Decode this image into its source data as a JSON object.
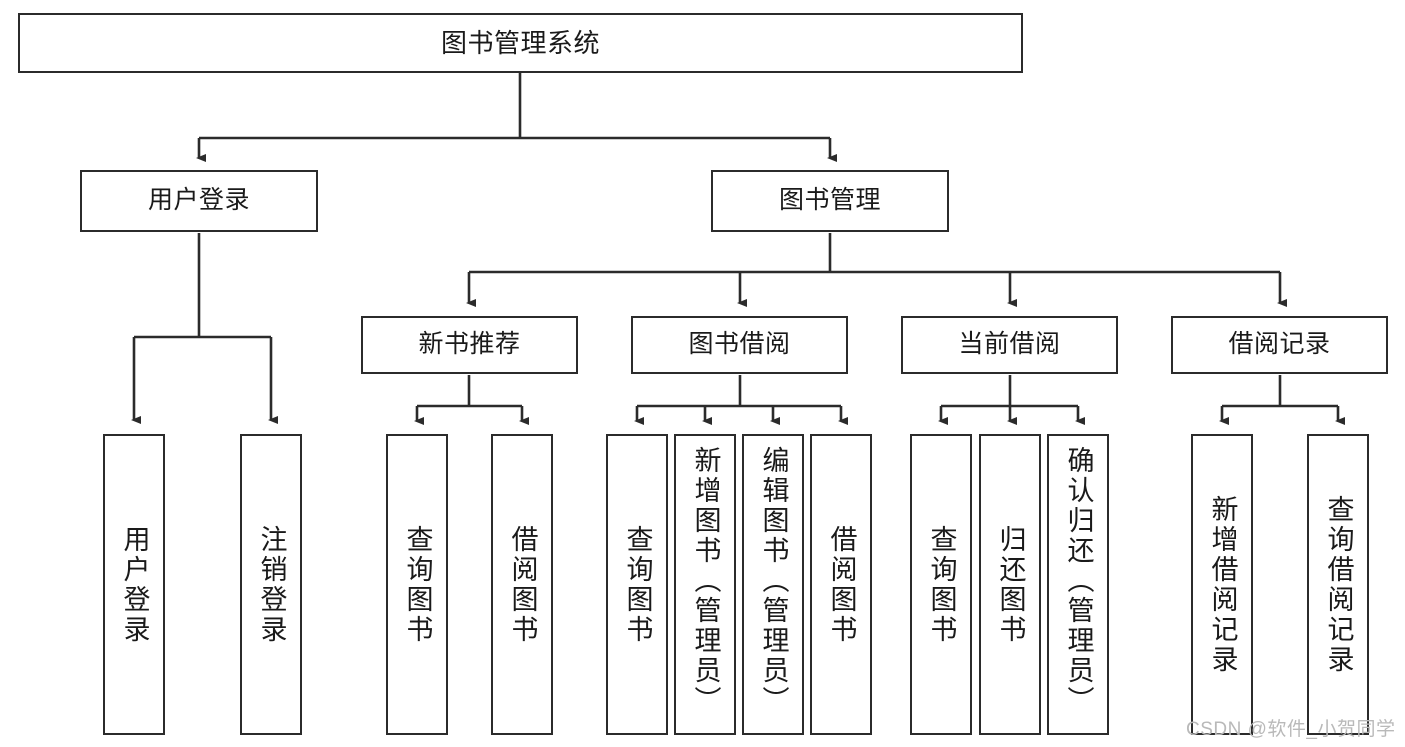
{
  "diagram": {
    "title": "图书管理系统",
    "type": "hierarchy-tree",
    "levels": 4,
    "colors": {
      "box_border": "#2b2b2b",
      "box_fill": "#ffffff",
      "connector": "#2b2b2b",
      "background": "#ffffff",
      "watermark": "#b9b9b9"
    },
    "root": {
      "id": "root",
      "label": "图书管理系统"
    },
    "level2": [
      {
        "id": "user-login",
        "label": "用户登录"
      },
      {
        "id": "book-management",
        "label": "图书管理"
      }
    ],
    "level3": [
      {
        "id": "new-book-recommend",
        "label": "新书推荐",
        "parent": "book-management"
      },
      {
        "id": "book-borrow",
        "label": "图书借阅",
        "parent": "book-management"
      },
      {
        "id": "current-borrow",
        "label": "当前借阅",
        "parent": "book-management"
      },
      {
        "id": "borrow-record",
        "label": "借阅记录",
        "parent": "book-management"
      }
    ],
    "leaves": {
      "user-login": [
        {
          "id": "leaf-user-login",
          "label": "用户登录"
        },
        {
          "id": "leaf-logout",
          "label": "注销登录"
        }
      ],
      "new-book-recommend": [
        {
          "id": "leaf-query-book-1",
          "label": "查询图书"
        },
        {
          "id": "leaf-borrow-book-1",
          "label": "借阅图书"
        }
      ],
      "book-borrow": [
        {
          "id": "leaf-query-book-2",
          "label": "查询图书"
        },
        {
          "id": "leaf-add-book",
          "label": "新增图书（管理员）"
        },
        {
          "id": "leaf-edit-book",
          "label": "编辑图书（管理员）"
        },
        {
          "id": "leaf-borrow-book-2",
          "label": "借阅图书"
        }
      ],
      "current-borrow": [
        {
          "id": "leaf-query-book-3",
          "label": "查询图书"
        },
        {
          "id": "leaf-return-book",
          "label": "归还图书"
        },
        {
          "id": "leaf-confirm-return",
          "label": "确认归还（管理员）"
        }
      ],
      "borrow-record": [
        {
          "id": "leaf-add-record",
          "label": "新增借阅记录"
        },
        {
          "id": "leaf-query-record",
          "label": "查询借阅记录"
        }
      ]
    }
  },
  "watermark": {
    "text": "CSDN @软件_小贺同学"
  }
}
